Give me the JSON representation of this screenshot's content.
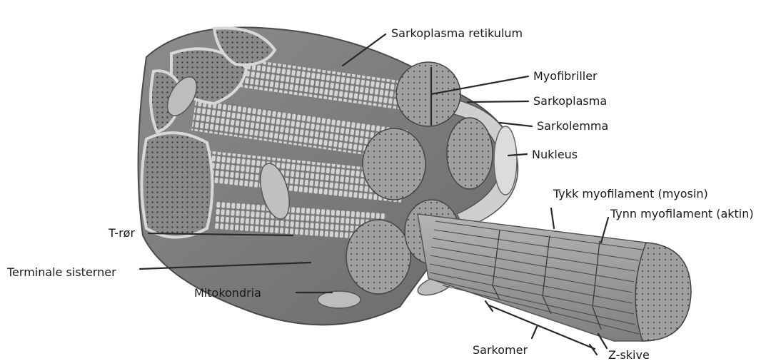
{
  "labels": {
    "sarkoplasma_retikulum": "Sarkoplasma retikulum",
    "myofibriller": "Myofibriller",
    "sarkoplasma": "Sarkoplasma",
    "sarkolemma": "Sarkolemma",
    "nukleus": "Nukleus",
    "tykk_myofilament": "Tykk myofilament (myosin)",
    "tynn_myofilament": "Tynn myofilament (aktin)",
    "t_ror": "T-rør",
    "terminale_sisterner": "Terminale sisterner",
    "mitokondria": "Mitokondria",
    "sarkomer": "Sarkomer",
    "z_skive": "Z-skive"
  },
  "colors": {
    "text": "#1a1a1a",
    "tissue_dark": "#6e6e6e",
    "tissue_mid": "#9a9a9a",
    "tissue_light": "#c8c8c8"
  }
}
